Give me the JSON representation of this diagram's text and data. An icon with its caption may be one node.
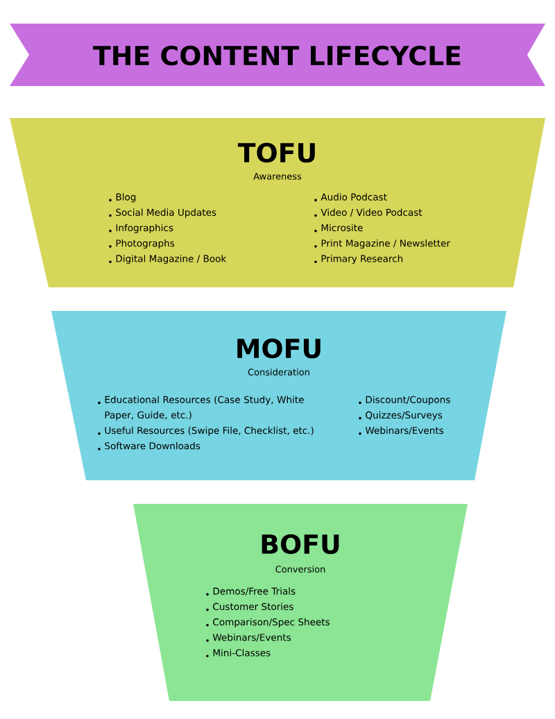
{
  "diagram": {
    "title": "THE CONTENT LIFECYCLE",
    "nodes": [
      {
        "text": [
          "TOFU",
          "Awareness",
          "Blog",
          "Social Media Updates",
          "Infographics",
          "Photographs",
          "Digital Magazine / Book",
          "Audio Podcast",
          "Video / Video Podcast",
          "Microsite",
          "Print Magazine / Newsletter",
          "Primary Research"
        ]
      },
      {
        "text": [
          "MOFU",
          "Consideration",
          "Educational Resources (Case Study, White Paper, Guide, etc.)",
          "Useful Resources (Swipe File, Checklist, etc.)",
          "Software Downloads",
          "Discount/Coupons",
          "Quizzes/Surveys",
          "Webinars/Events"
        ]
      },
      {
        "text": [
          "BOFU",
          "Conversion",
          "Demos/Free Trials",
          "Customer Stories",
          "Comparison/Spec Sheets",
          "Webinars/Events",
          "Mini-Classes"
        ]
      }
    ]
  }
}
